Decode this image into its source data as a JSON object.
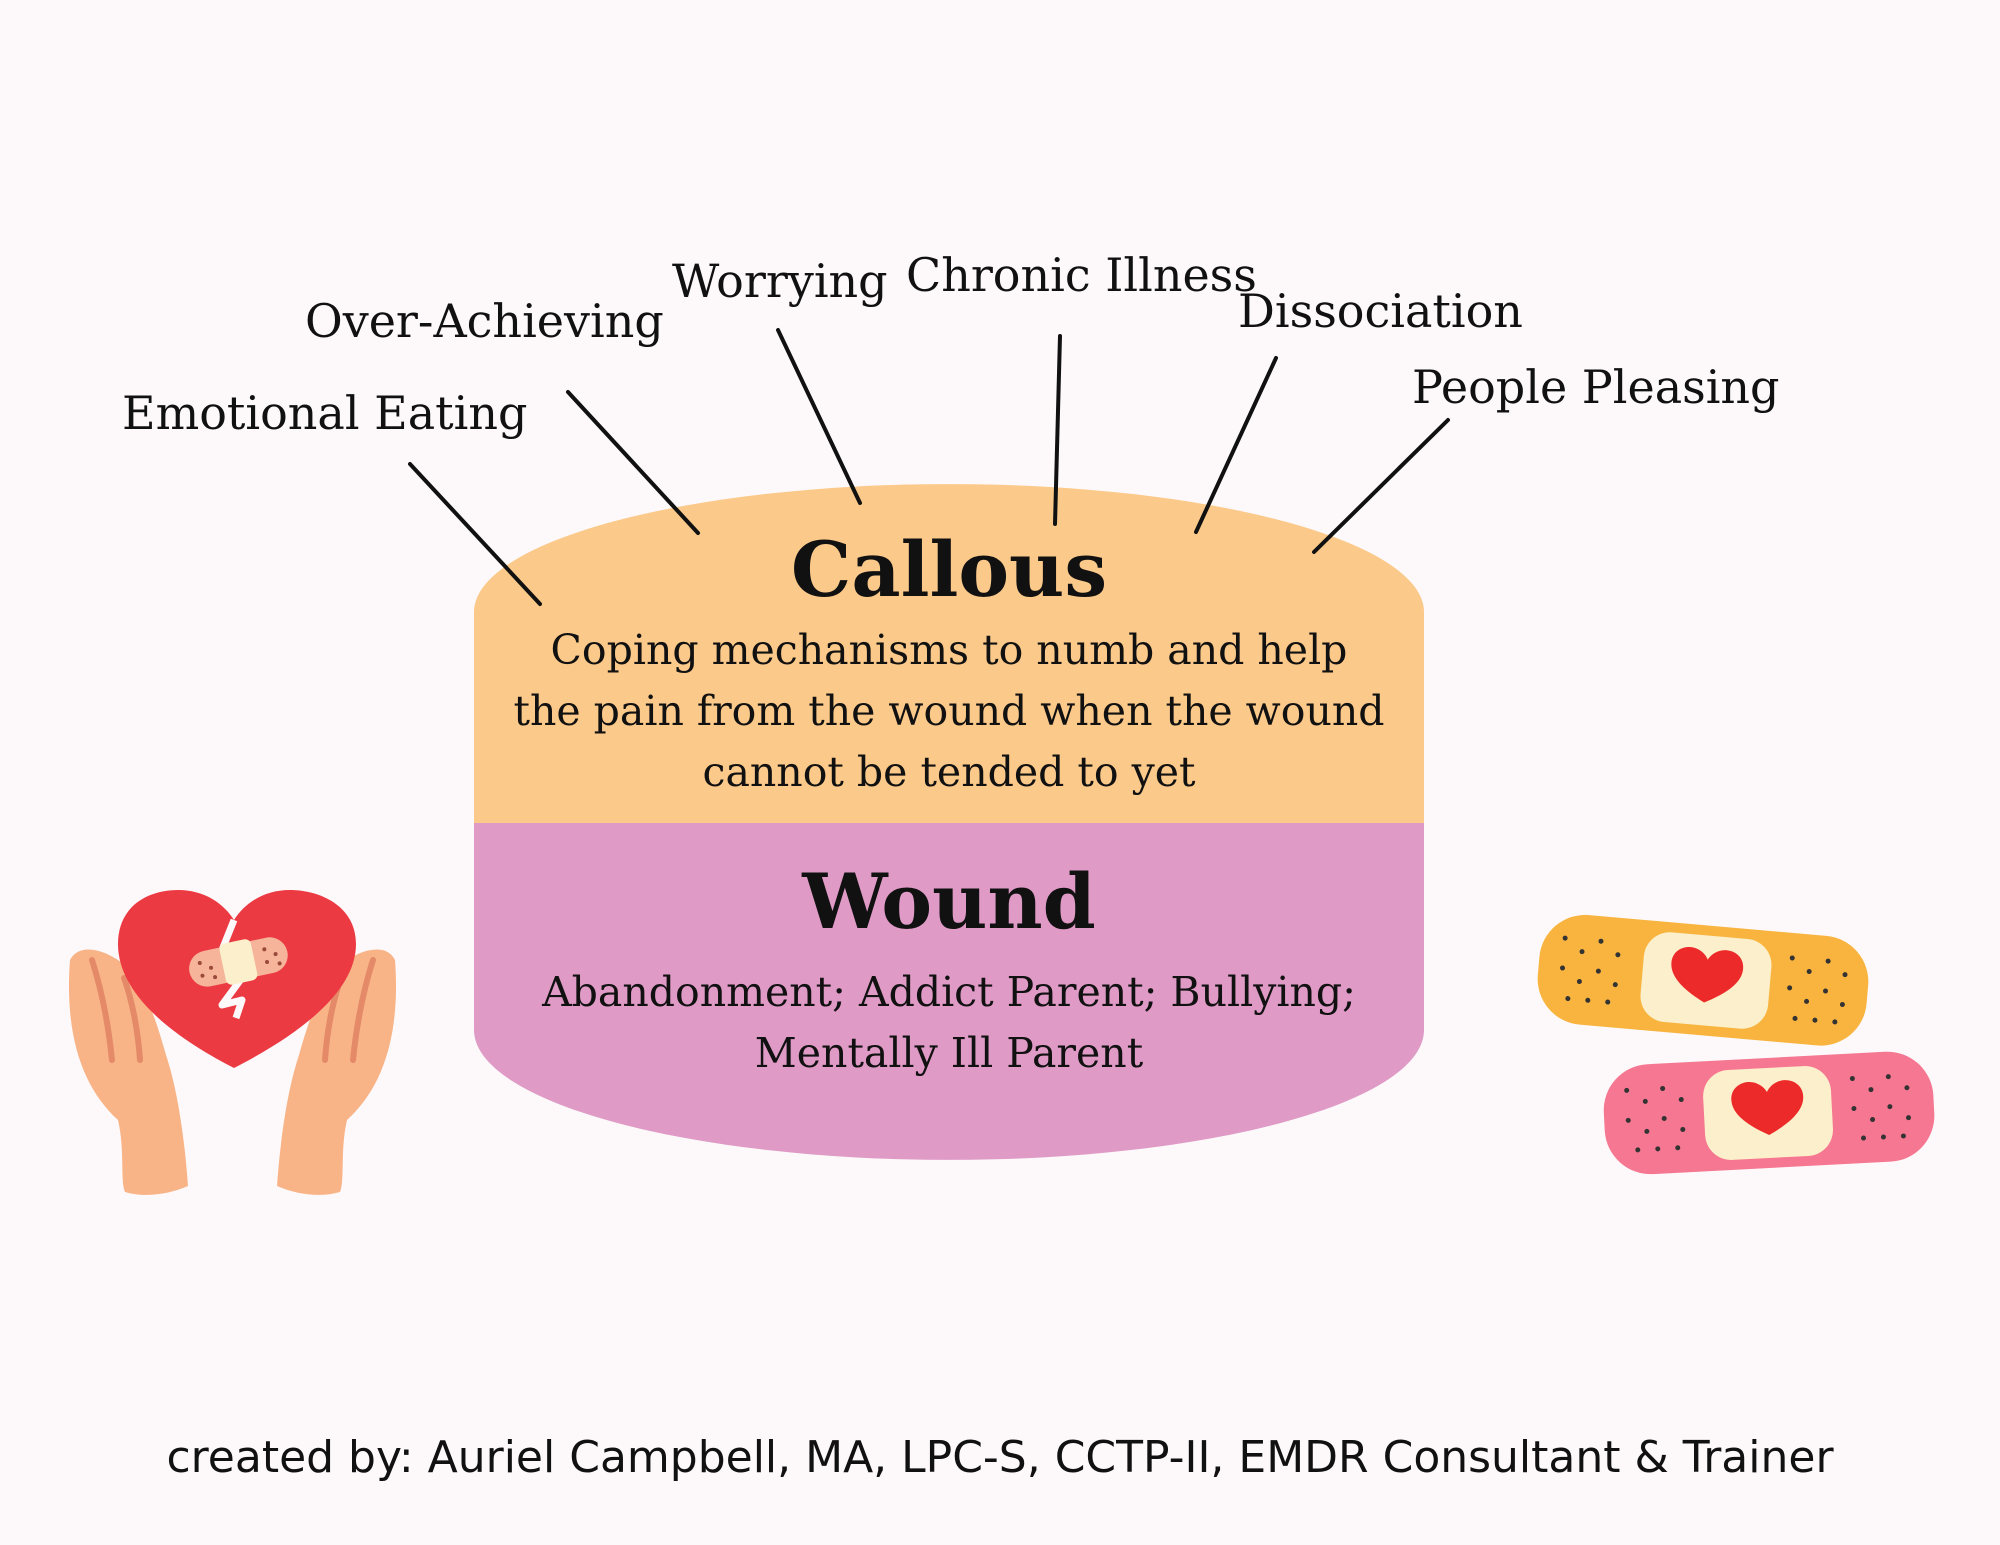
{
  "callout_labels": [
    "Emotional Eating",
    "Over-Achieving",
    "Worrying",
    "Chronic Illness",
    "Dissociation",
    "People Pleasing"
  ],
  "callous": {
    "title": "Callous",
    "lines": [
      "Coping mechanisms to numb and help",
      "the pain from the wound when the wound",
      "cannot be tended to yet"
    ]
  },
  "wound": {
    "title": "Wound",
    "lines": [
      "Abandonment; Addict Parent; Bullying;",
      "Mentally Ill Parent"
    ]
  },
  "credit": "created by: Auriel Campbell, MA, LPC-S, CCTP-II, EMDR Consultant & Trainer",
  "colors": {
    "callous_fill": "#fbc98a",
    "wound_fill": "#df9ac6",
    "heart_red": "#ec3a43",
    "skin": "#f8b487",
    "bandage_orange": "#f8b43f",
    "bandage_pink": "#f57791",
    "bandage_pad": "#fbf0cb"
  },
  "icons": [
    "hands-holding-heart-icon",
    "bandage-icon"
  ]
}
